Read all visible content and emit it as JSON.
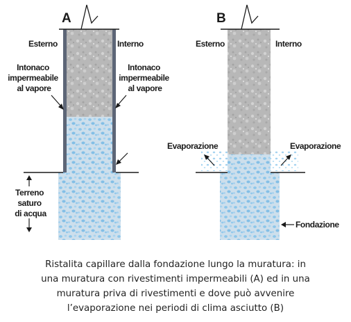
{
  "panel_a": {
    "letter": "A",
    "label_outside": "Esterno",
    "label_inside": "Interno",
    "coating_left": [
      "Intonaco",
      "impermeabile",
      "al vapore"
    ],
    "coating_right": [
      "Intonaco",
      "impermeabile",
      "al vapore"
    ],
    "soil_label": [
      "Terreno",
      "saturo",
      "di acqua"
    ]
  },
  "panel_b": {
    "letter": "B",
    "label_outside": "Esterno",
    "label_inside": "Interno",
    "evaporation_left": "Evaporazione",
    "evaporation_right": "Evaporazione",
    "foundation_label": "Fondazione"
  },
  "caption": [
    "Ristalita capillare dalla fondazione lungo la muratura: in",
    "una muratura con rivestimenti impermeabili (A) ed in una",
    "muratura priva di rivestimenti e dove può avvenire",
    "l’evaporazione nei periodi di clima asciutto (B)"
  ],
  "colors": {
    "dry_wall": "#b9b9b9",
    "wet_wall": "#c9dce9",
    "water_drops": "#8ec7ea",
    "coating": "#5d6677",
    "text": "#1a1a1a"
  }
}
